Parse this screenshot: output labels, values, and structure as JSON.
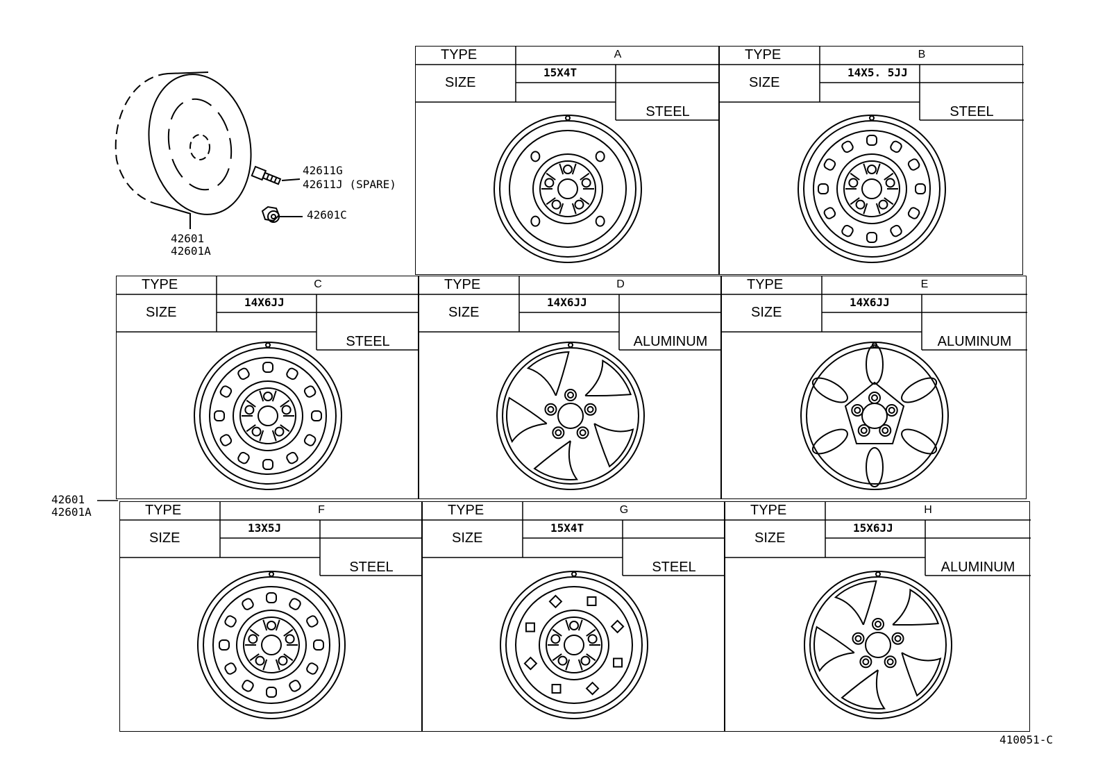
{
  "title_block": {
    "labels": {
      "type": "TYPE",
      "size": "SIZE"
    }
  },
  "overview": {
    "callouts": [
      {
        "id": "bolt",
        "lines": [
          "42611G",
          "42611J (SPARE)"
        ]
      },
      {
        "id": "nut",
        "lines": [
          "42601C"
        ]
      },
      {
        "id": "wheel",
        "lines": [
          "42601",
          "42601A"
        ]
      }
    ]
  },
  "grid_callout": {
    "lines": [
      "42601",
      "42601A"
    ]
  },
  "wheels": [
    {
      "type": "A",
      "size": "15X4T",
      "material": "STEEL",
      "style": "steel-holes"
    },
    {
      "type": "B",
      "size": "14X5. 5JJ",
      "material": "STEEL",
      "style": "steel-slots"
    },
    {
      "type": "C",
      "size": "14X6JJ",
      "material": "STEEL",
      "style": "steel-slots"
    },
    {
      "type": "D",
      "size": "14X6JJ",
      "material": "ALUMINUM",
      "style": "alloy-5spoke"
    },
    {
      "type": "E",
      "size": "14X6JJ",
      "material": "ALUMINUM",
      "style": "alloy-teardrop"
    },
    {
      "type": "F",
      "size": "13X5J",
      "material": "STEEL",
      "style": "steel-ring"
    },
    {
      "type": "G",
      "size": "15X4T",
      "material": "STEEL",
      "style": "steel-squares"
    },
    {
      "type": "H",
      "size": "15X6JJ",
      "material": "ALUMINUM",
      "style": "alloy-5spoke-b"
    }
  ],
  "diagram_id": "410051-C"
}
